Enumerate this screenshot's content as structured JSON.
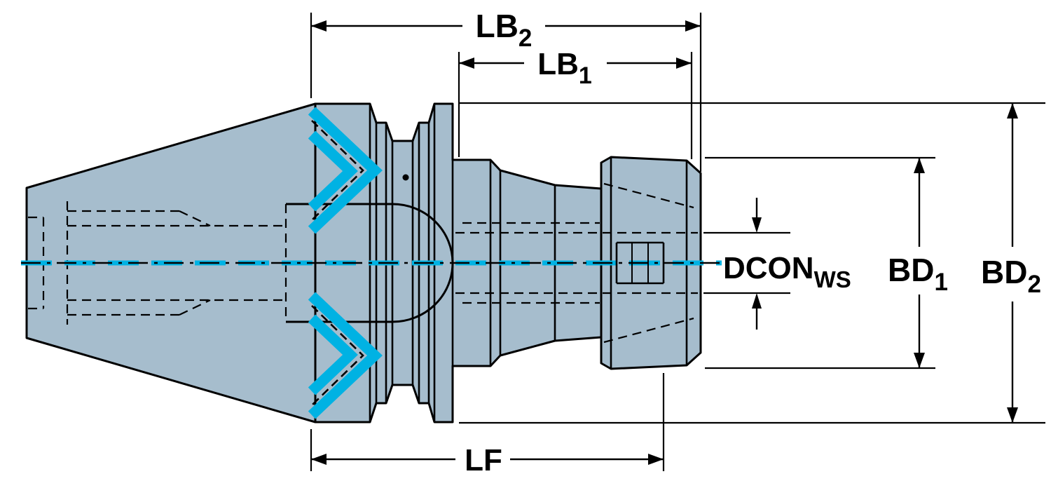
{
  "drawing": {
    "body_color": "#a6bdcd",
    "highlight_color": "#00b2e3",
    "line_color": "#000000",
    "background_color": "#ffffff"
  },
  "dims": {
    "lb2": {
      "label": "LB",
      "sub": "2"
    },
    "lb1": {
      "label": "LB",
      "sub": "1"
    },
    "dcon": {
      "label": "DCON",
      "sub": "WS"
    },
    "bd1": {
      "label": "BD",
      "sub": "1"
    },
    "bd2": {
      "label": "BD",
      "sub": "2"
    },
    "lf": {
      "label": "LF",
      "sub": ""
    }
  }
}
